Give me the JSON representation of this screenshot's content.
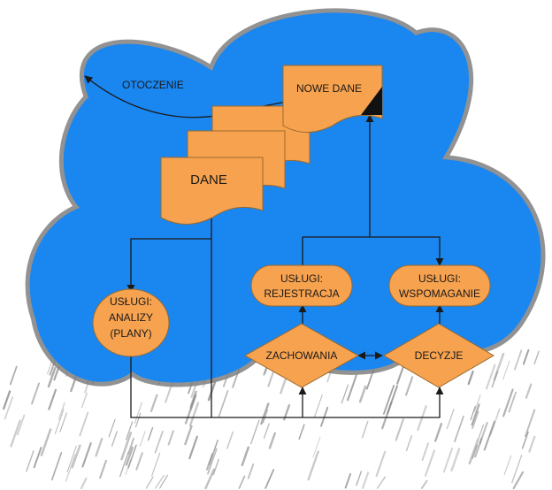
{
  "colors": {
    "cloud": "#1a86f0",
    "cloud_edge": "#7f7f7f",
    "shape_fill": "#f7a24f",
    "shape_stroke": "#9a6a2e",
    "line": "#1a1a1a",
    "rain": "#8a8a8a"
  },
  "labels": {
    "environment": "OTOCZENIE",
    "new_data": "NOWE DANE",
    "data": "DANE",
    "analysis_l1": "USŁUGI:",
    "analysis_l2": "ANALIZY",
    "analysis_l3": "(PLANY)",
    "registration_l1": "USŁUGI:",
    "registration_l2": "REJESTRACJA",
    "support_l1": "USŁUGI:",
    "support_l2": "WSPOMAGANIE",
    "behaviours": "ZACHOWANIA",
    "decisions": "DECYZJE"
  }
}
